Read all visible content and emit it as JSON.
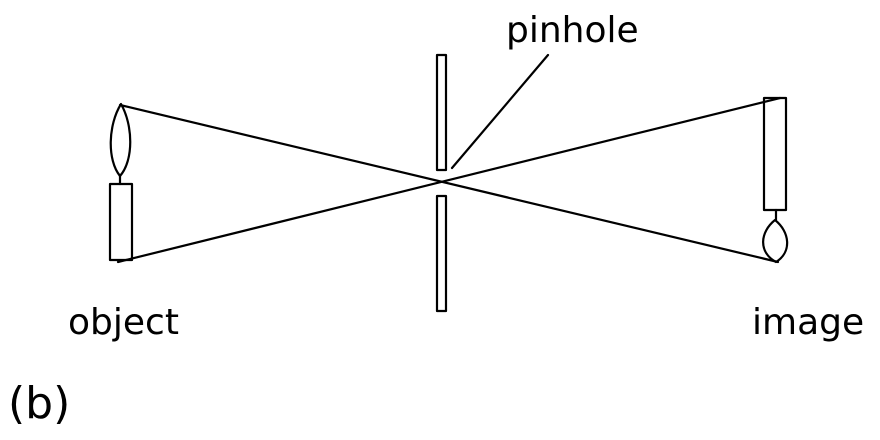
{
  "labels": {
    "pinhole": "pinhole",
    "object": "object",
    "image": "image",
    "caption": "(b)"
  },
  "colors": {
    "ink": "#000000",
    "background": "#ffffff"
  }
}
